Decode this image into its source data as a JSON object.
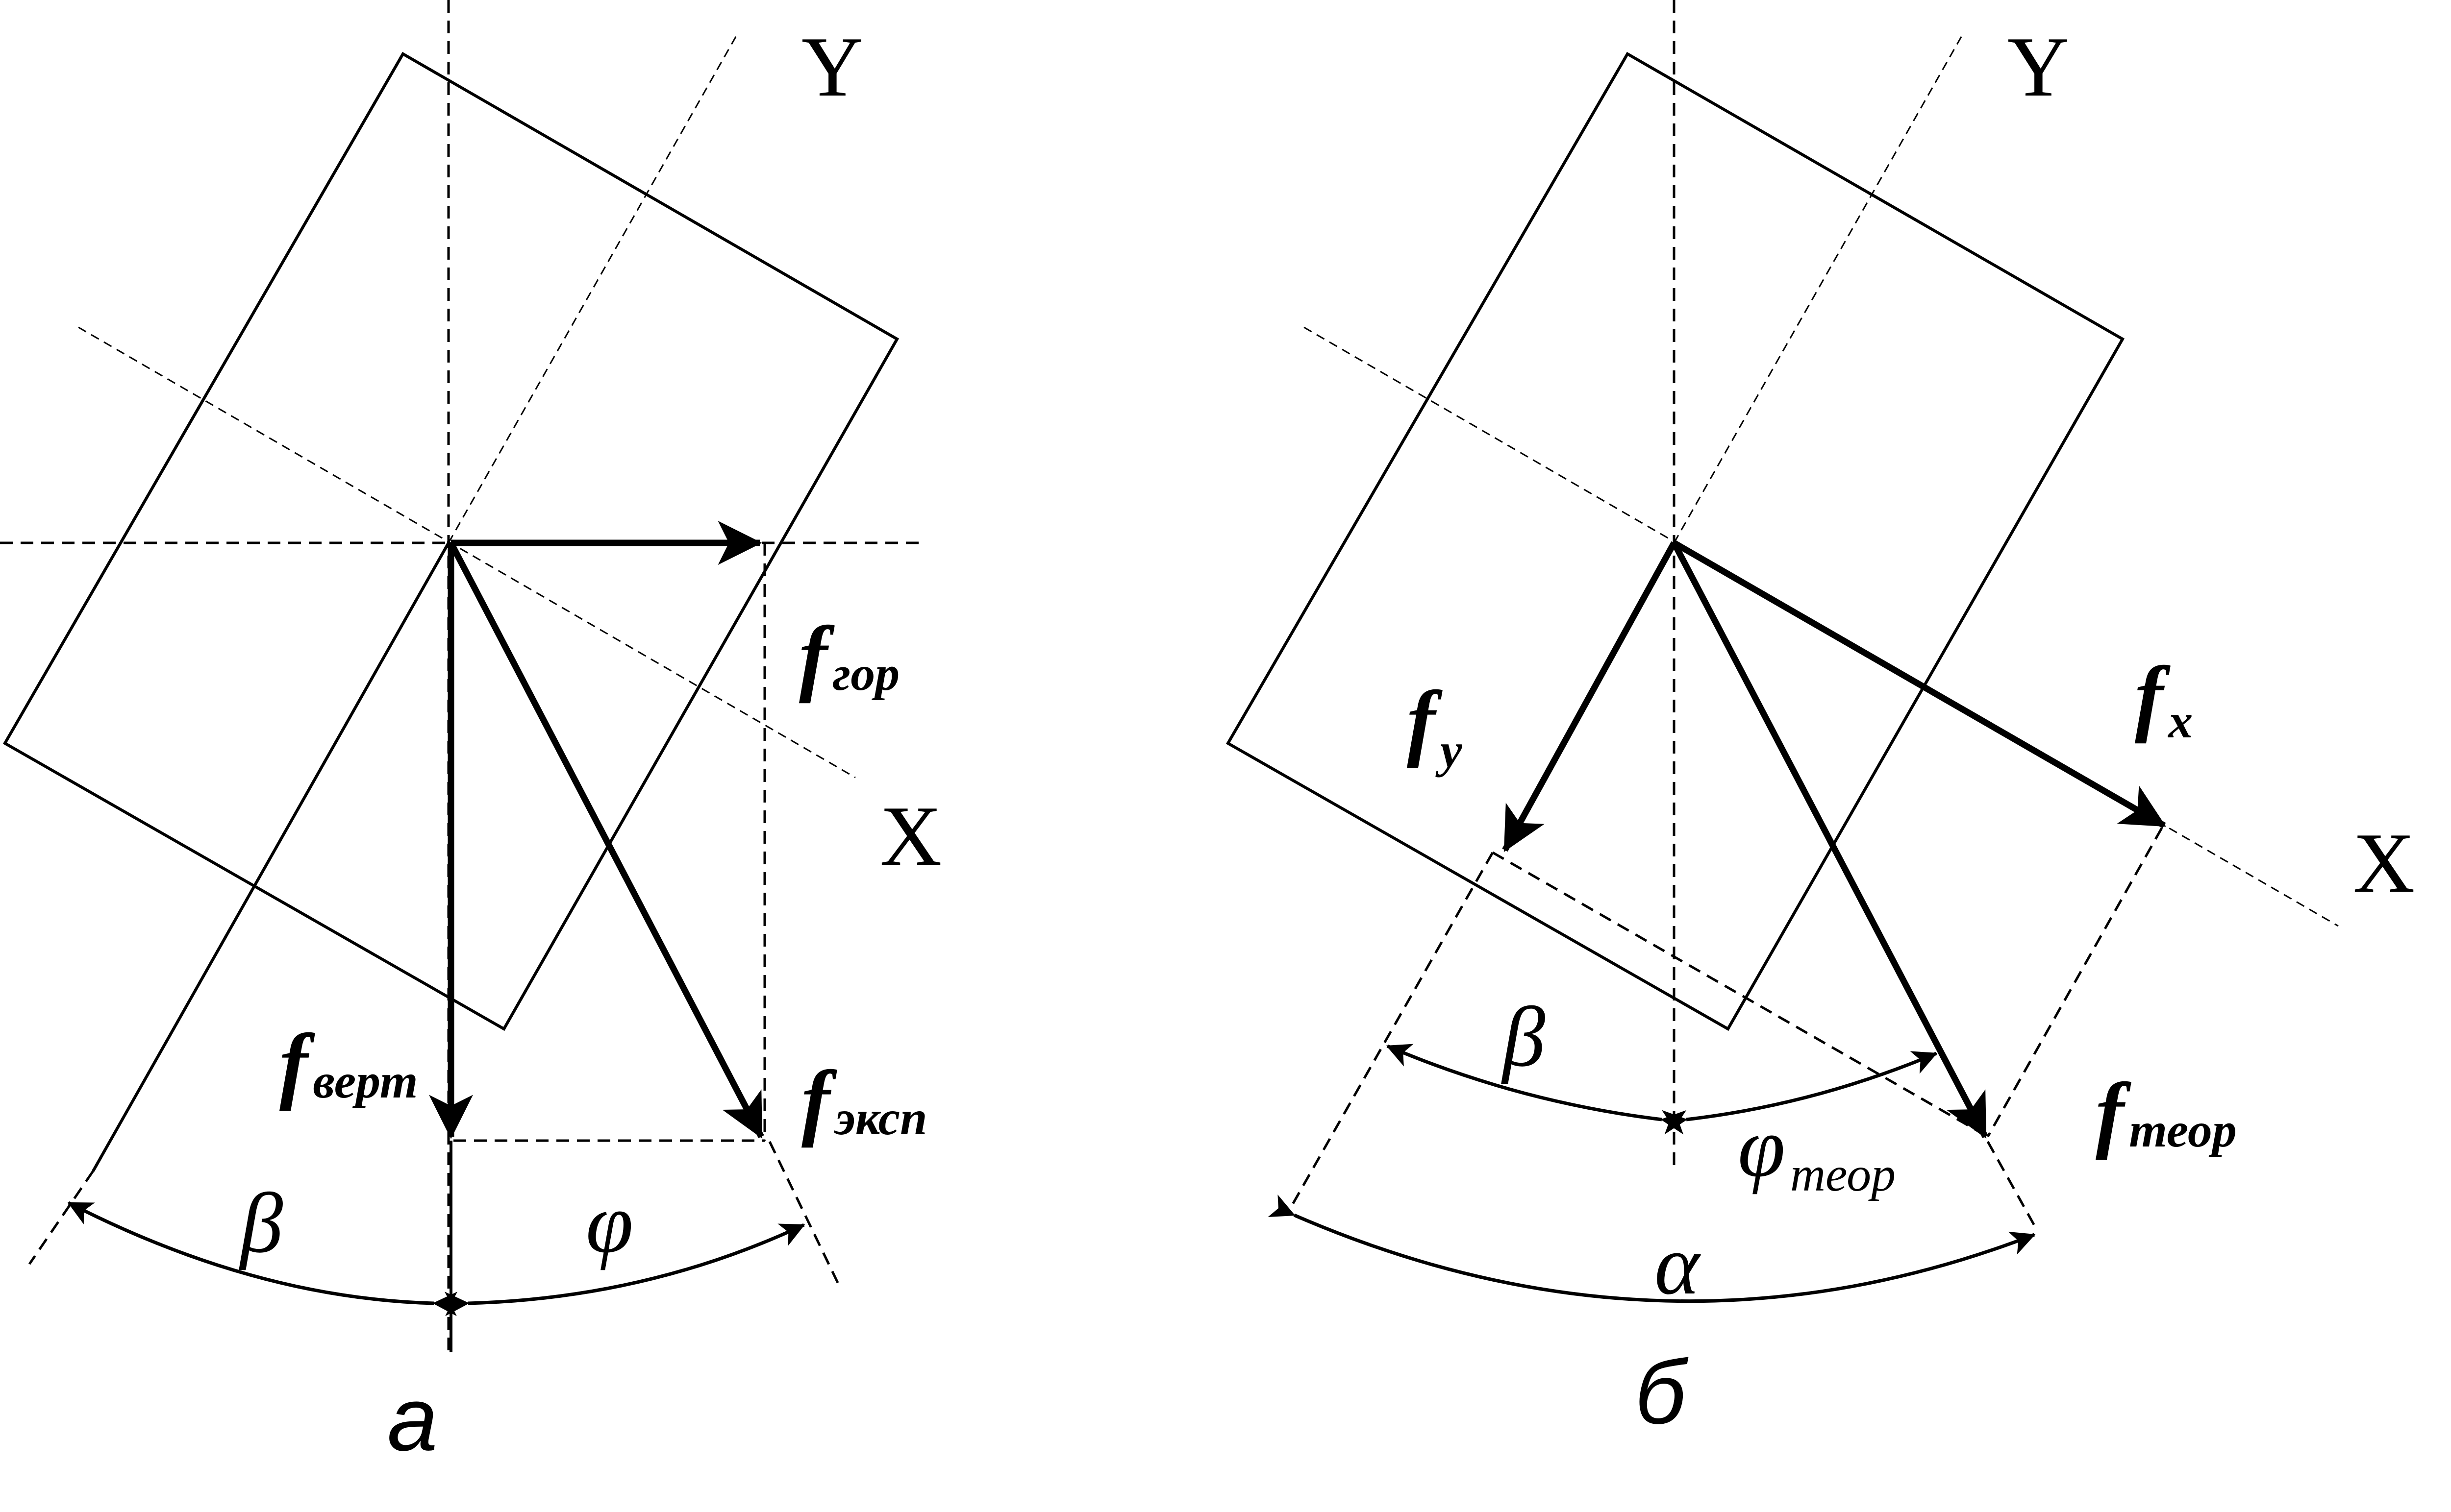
{
  "panel_a": {
    "axis_y": "Y",
    "axis_x": "X",
    "f_hor": {
      "base": "f",
      "sub": "гор"
    },
    "f_vert": {
      "base": "f",
      "sub": "верт"
    },
    "f_exp": {
      "base": "f",
      "sub": "эксп"
    },
    "angle_beta": "β",
    "angle_phi": "φ",
    "caption": "а"
  },
  "panel_b": {
    "axis_y": "Y",
    "axis_x": "X",
    "f_y": {
      "base": "f",
      "sub": "y"
    },
    "f_x": {
      "base": "f",
      "sub": "x"
    },
    "f_theor": {
      "base": "f",
      "sub": "теор"
    },
    "angle_beta": "β",
    "angle_phi": {
      "base": "φ",
      "sub": "теор"
    },
    "angle_alpha": "α",
    "caption": "б"
  }
}
